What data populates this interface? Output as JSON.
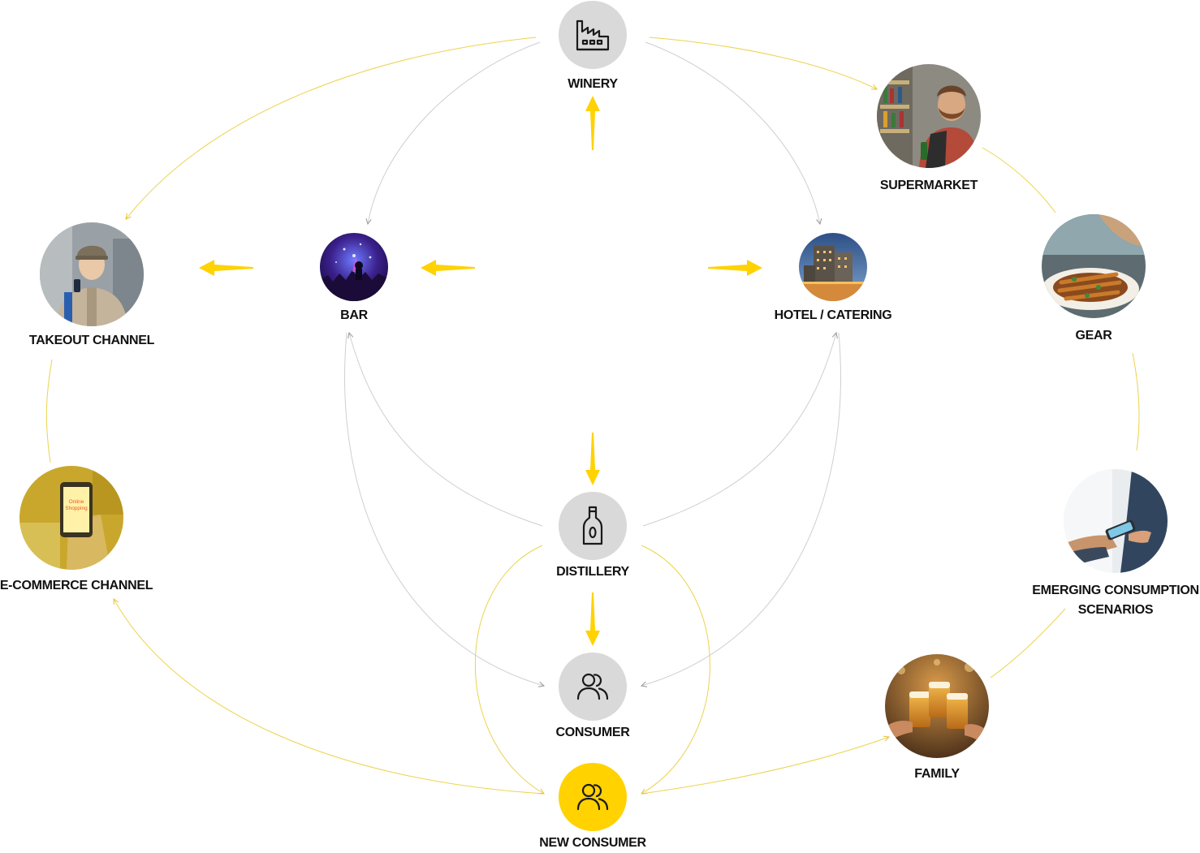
{
  "colors": {
    "accent": "#ffd200",
    "flow_line": "#ecd34d",
    "grey_line": "#c8c8c8",
    "icon_bg": "#d9d9d9"
  },
  "nodes": {
    "winery": {
      "label": "WINERY",
      "icon": "factory-icon"
    },
    "distillery": {
      "label": "DISTILLERY",
      "icon": "bottle-icon"
    },
    "consumer": {
      "label": "CONSUMER",
      "icon": "users-icon"
    },
    "new_consumer": {
      "label": "NEW CONSUMER",
      "icon": "users-icon"
    },
    "bar": {
      "label": "BAR",
      "image": "concert-crowd-photo"
    },
    "hotel": {
      "label": "HOTEL / CATERING",
      "image": "hotel-building-photo"
    },
    "takeout": {
      "label": "TAKEOUT CHANNEL",
      "image": "delivery-worker-photo"
    },
    "ecommerce": {
      "label": "E-COMMERCE CHANNEL",
      "image": "online-shopping-phone-photo",
      "phone_text": "Online Shopping"
    },
    "supermarket": {
      "label": "SUPERMARKET",
      "image": "supermarket-shopper-photo"
    },
    "gear": {
      "label": "GEAR",
      "image": "barbecue-skewers-photo"
    },
    "emerging": {
      "label": "EMERGING CONSUMPTION SCENARIOS",
      "image": "mobile-payment-photo"
    },
    "family": {
      "label": "FAMILY",
      "image": "beer-toast-photo"
    }
  }
}
